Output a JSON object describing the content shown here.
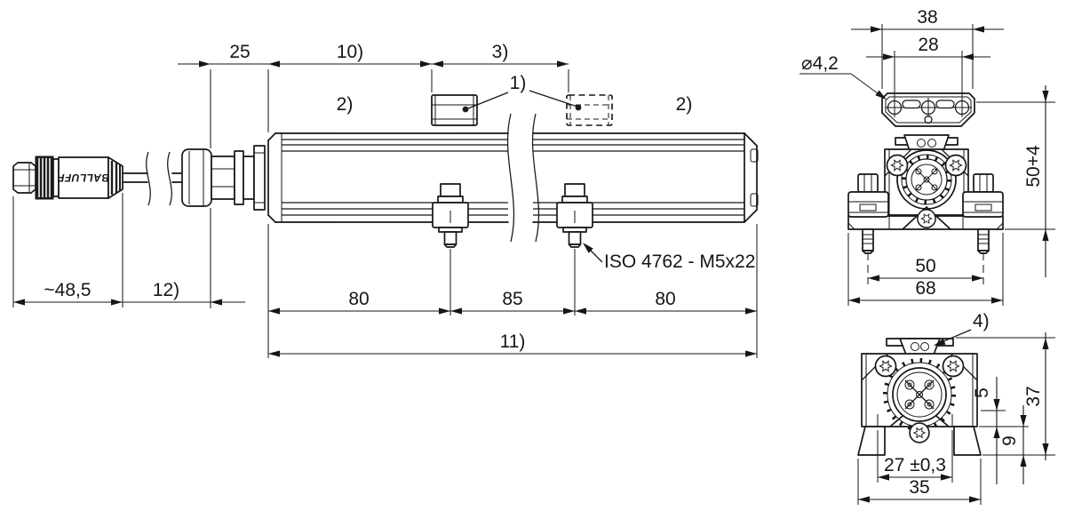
{
  "drawing": {
    "brand": "BALLUFF",
    "colors": {
      "line": "#161616",
      "background": "#ffffff"
    },
    "side_view": {
      "dims": {
        "d25": "25",
        "d10": "10)",
        "d3": "3)",
        "d48": "~48,5",
        "d12": "12)",
        "d80a": "80",
        "d85": "85",
        "d80b": "80",
        "d11": "11)"
      },
      "notes": {
        "n1": "1)",
        "n2_left": "2)",
        "n2_right": "2)",
        "screw_spec": "ISO 4762 - M5x22"
      }
    },
    "magnet_top_view": {
      "dims": {
        "d38": "38",
        "d28": "28",
        "hole_dia": "⌀4,2"
      }
    },
    "front_view": {
      "dims": {
        "height": "50+4",
        "hole_spacing": "50",
        "base_width": "68"
      }
    },
    "section_view": {
      "dims": {
        "d5": "5",
        "d37": "37",
        "d9": "9",
        "d27": "27 ±0,3",
        "d35": "35"
      },
      "notes": {
        "n4": "4)"
      }
    }
  }
}
